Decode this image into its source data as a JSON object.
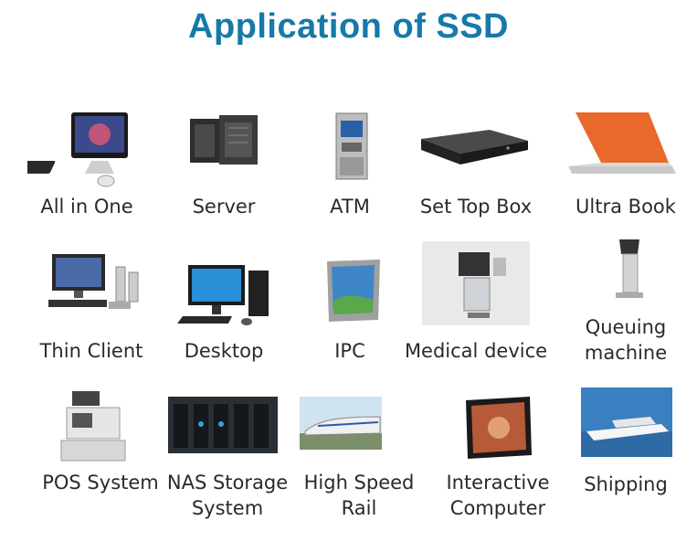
{
  "title": "Application of SSD",
  "colors": {
    "title": "#1779a8",
    "label": "#2a2a2a",
    "background": "#ffffff"
  },
  "items": [
    {
      "label": "All in One",
      "icon": "all-in-one-pc-icon"
    },
    {
      "label": "Server",
      "icon": "server-icon"
    },
    {
      "label": "ATM",
      "icon": "atm-icon"
    },
    {
      "label": "Set Top Box",
      "icon": "set-top-box-icon"
    },
    {
      "label": "Ultra Book",
      "icon": "ultrabook-icon"
    },
    {
      "label": "Thin Client",
      "icon": "thin-client-icon"
    },
    {
      "label": "Desktop",
      "icon": "desktop-icon"
    },
    {
      "label": "IPC",
      "icon": "ipc-icon"
    },
    {
      "label": "Medical device",
      "icon": "medical-device-icon"
    },
    {
      "label": "Queuing machine",
      "icon": "queuing-machine-icon"
    },
    {
      "label": "POS System",
      "icon": "pos-system-icon"
    },
    {
      "label": "NAS Storage System",
      "icon": "nas-storage-icon"
    },
    {
      "label": "High Speed Rail",
      "icon": "high-speed-rail-icon"
    },
    {
      "label": "Interactive Computer",
      "icon": "interactive-computer-icon"
    },
    {
      "label": "Shipping",
      "icon": "shipping-icon"
    }
  ]
}
